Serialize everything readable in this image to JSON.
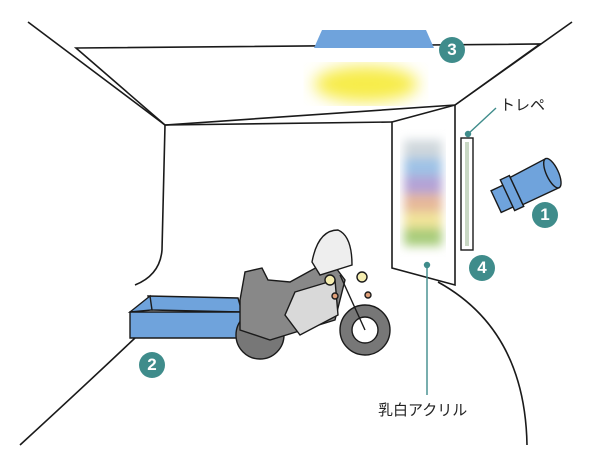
{
  "labels": {
    "trace_paper": "トレペ",
    "milky_acrylic": "乳白アクリル"
  },
  "badges": [
    "1",
    "2",
    "3",
    "4"
  ],
  "colors": {
    "badge": "#3f8c8b",
    "light_blue": "#6fa3dc",
    "glow": "#f7ec4a",
    "line": "#1a1a1a",
    "bike_dark": "#777777",
    "bike_light": "#d9d9d9"
  }
}
